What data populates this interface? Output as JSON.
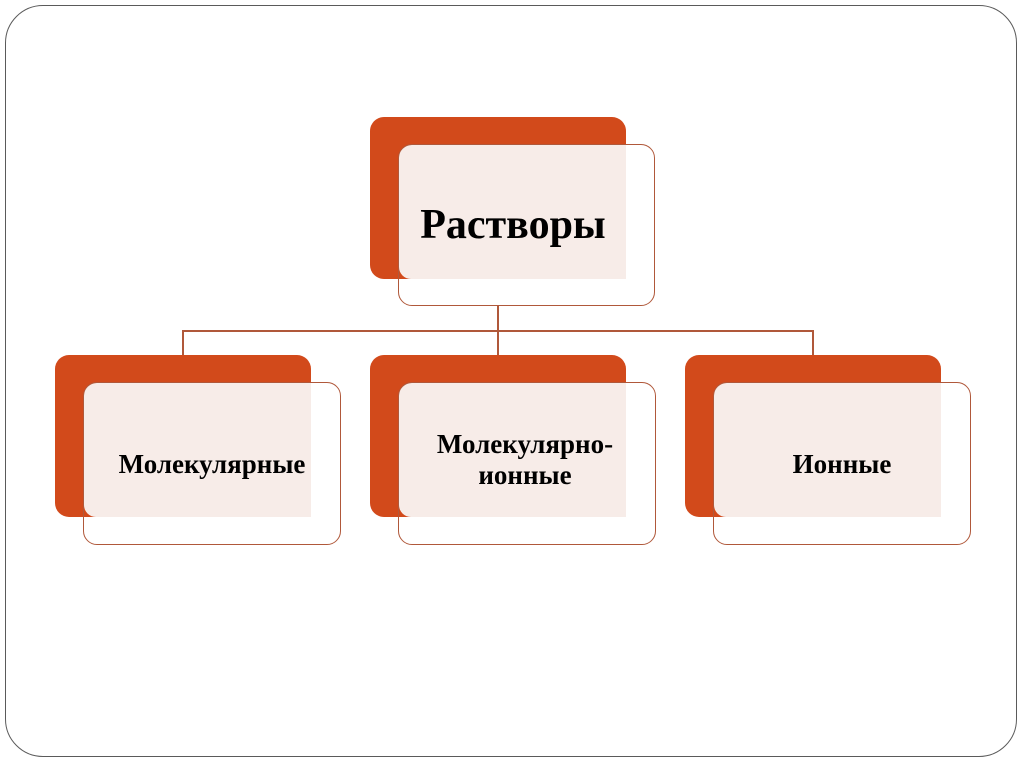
{
  "diagram": {
    "type": "hierarchy",
    "accent_color": "#d24a1b",
    "outline_color": "#b0583a",
    "fill_color": "#f7ece8",
    "root": {
      "label": "Растворы"
    },
    "children": [
      {
        "label": "Молекулярные"
      },
      {
        "label": "Молекулярно-ионные"
      },
      {
        "label": "Ионные"
      }
    ]
  }
}
